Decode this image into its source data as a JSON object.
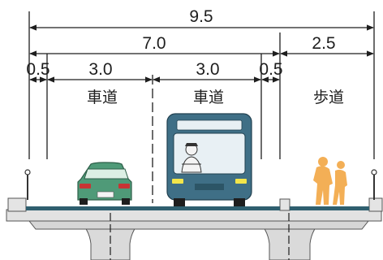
{
  "dimensions": {
    "total_width": "9.5",
    "roadway_width": "7.0",
    "sidewalk_width": "2.5",
    "left_shoulder": "0.5",
    "left_lane": "3.0",
    "right_lane": "3.0",
    "right_shoulder": "0.5"
  },
  "zones": {
    "left_lane_label": "車道",
    "right_lane_label": "車道",
    "sidewalk_label": "歩道"
  },
  "colors": {
    "car_body": "#4f9a78",
    "bus_body": "#3f6f86",
    "pedestrian": "#f2a744",
    "deck_concrete": "#dcdcdc",
    "road_surface": "#2f5f6f",
    "dimension_line": "#1e1e1e"
  }
}
